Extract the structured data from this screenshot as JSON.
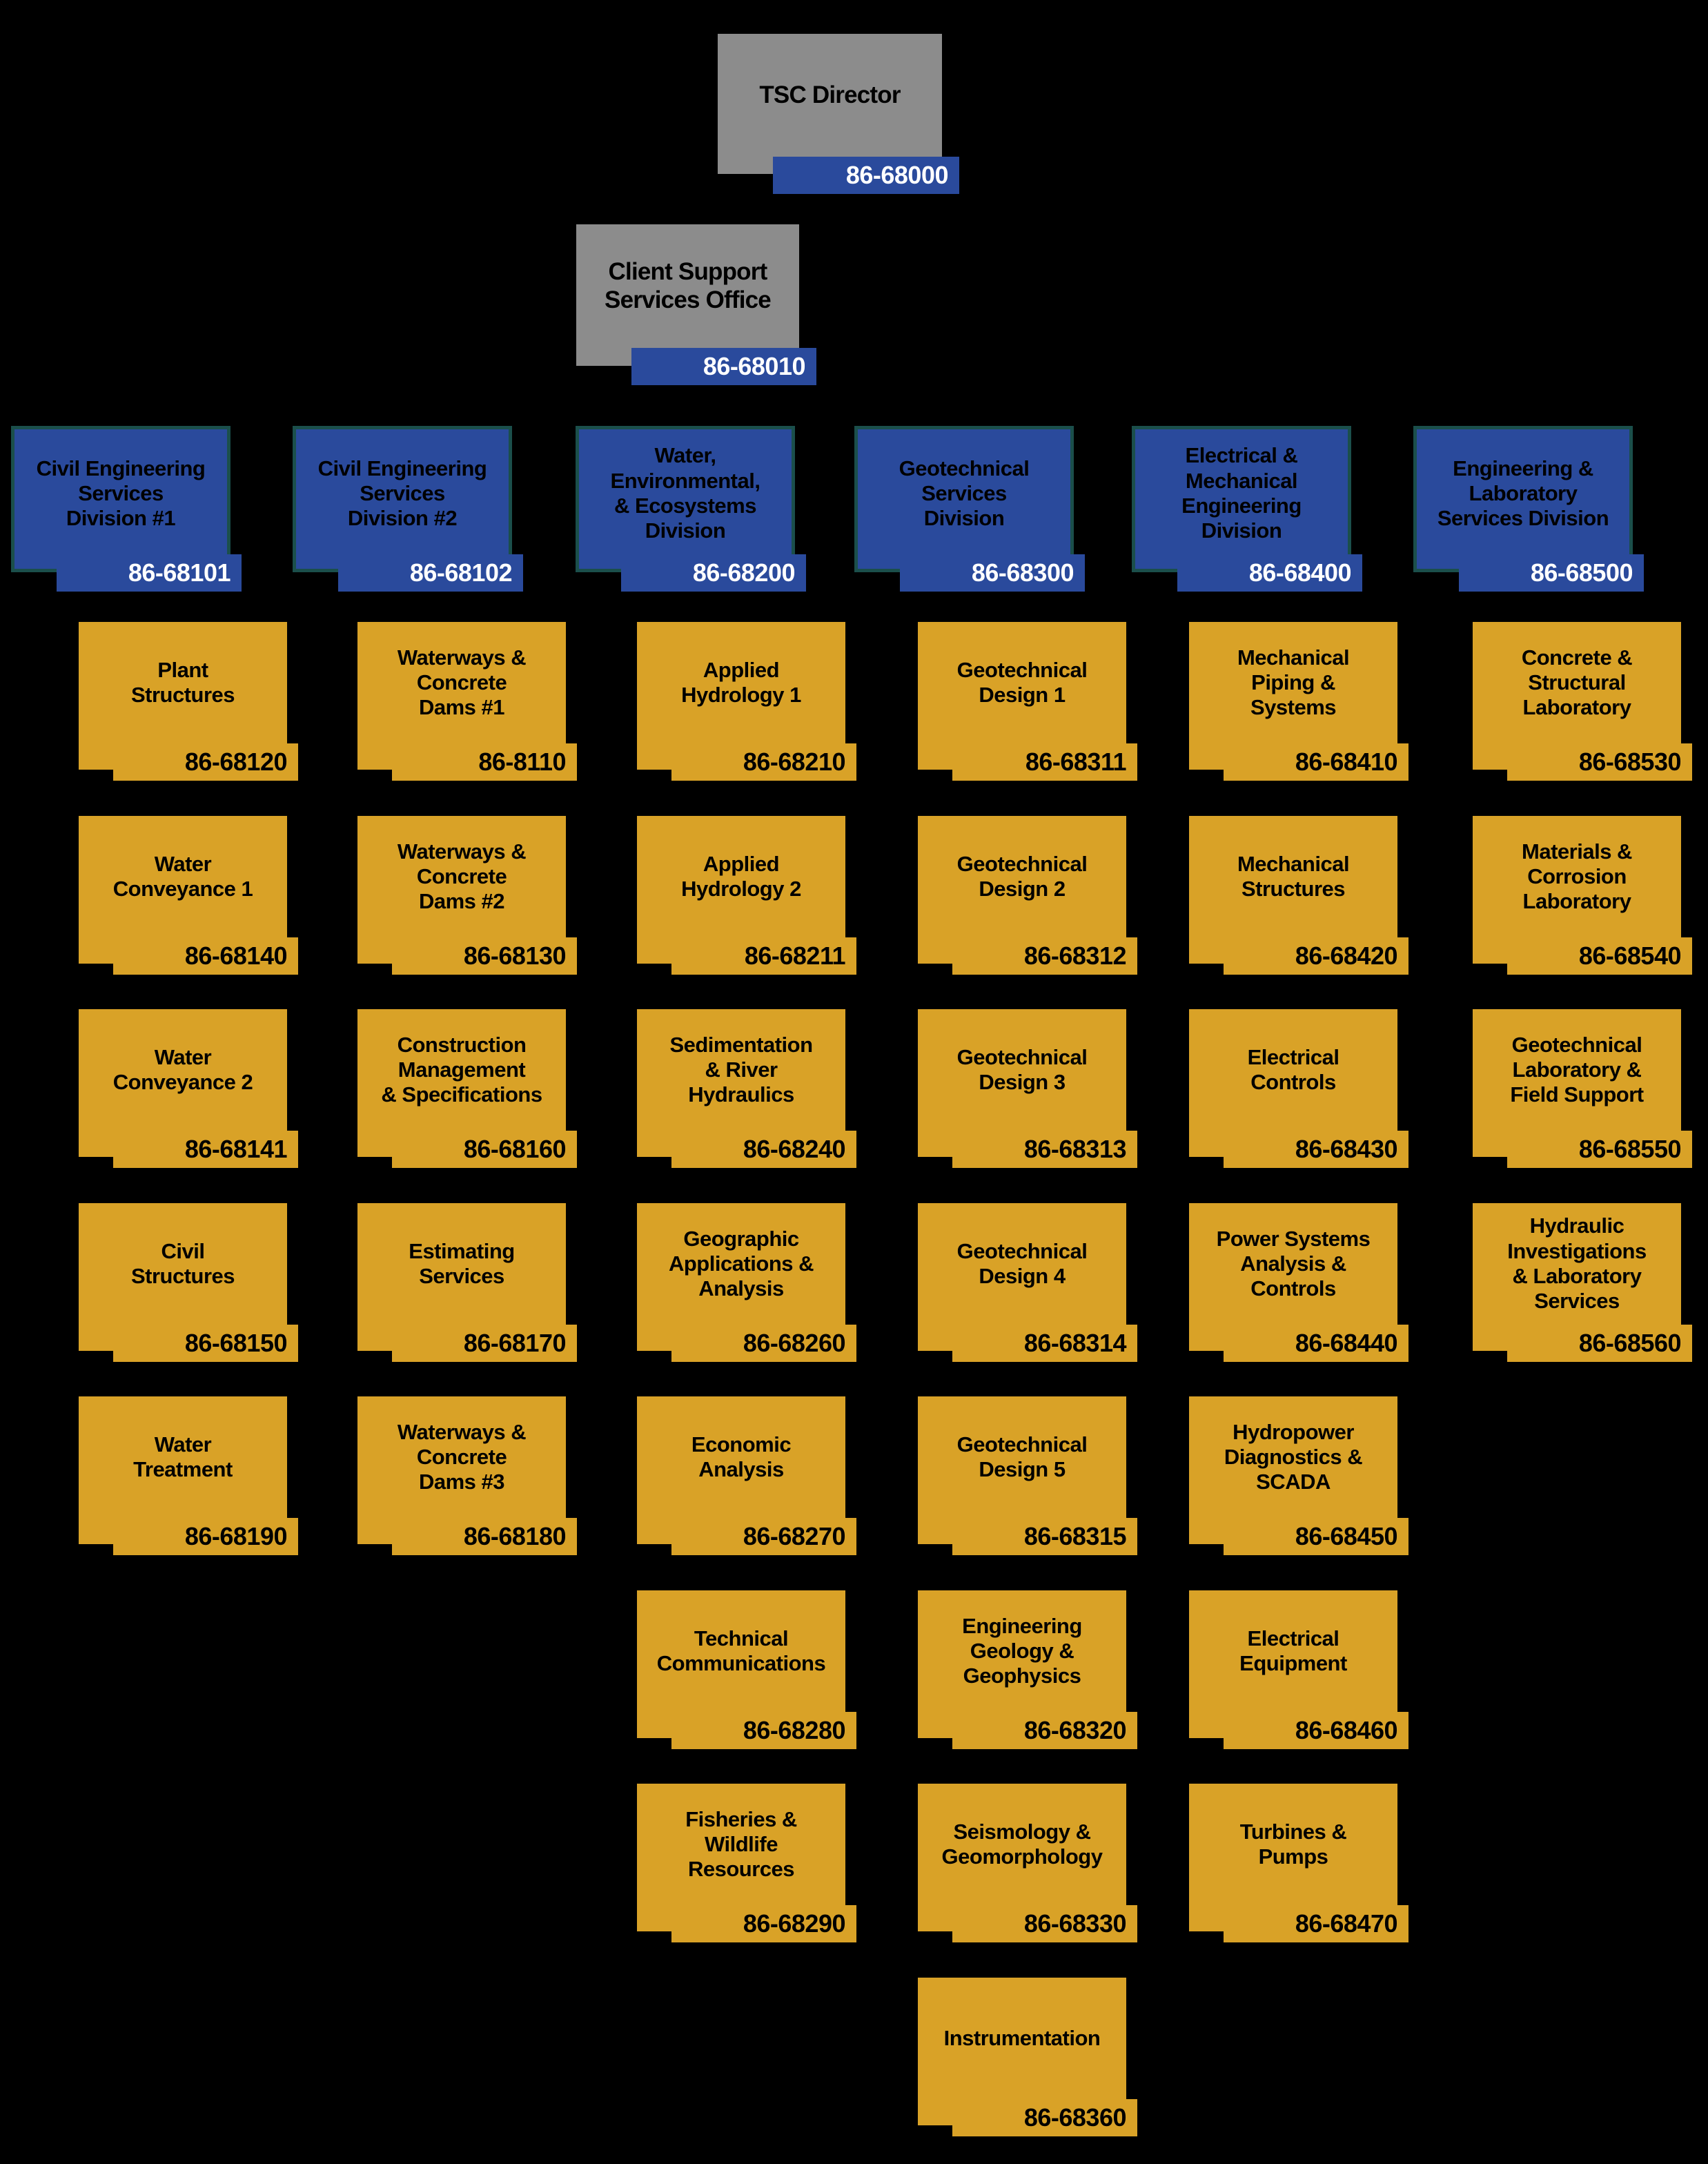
{
  "palette": {
    "background": "#000000",
    "box_gray": "#8C8C8C",
    "box_blue": "#2A4A9C",
    "blue_box_border": "#1B4F4B",
    "box_orange": "#D9A227",
    "badge_text_on_blue": "#FFFFFF",
    "text_dark": "#000000"
  },
  "director": {
    "label": "TSC Director",
    "code": "86-68000"
  },
  "office": {
    "label": "Client Support\nServices Office",
    "code": "86-68010"
  },
  "divisions": [
    {
      "label": "Civil Engineering\nServices\nDivision #1",
      "code": "86-68101",
      "units": [
        {
          "label": "Plant\nStructures",
          "code": "86-68120"
        },
        {
          "label": "Water\nConveyance 1",
          "code": "86-68140"
        },
        {
          "label": "Water\nConveyance 2",
          "code": "86-68141"
        },
        {
          "label": "Civil\nStructures",
          "code": "86-68150"
        },
        {
          "label": "Water\nTreatment",
          "code": "86-68190"
        }
      ]
    },
    {
      "label": "Civil Engineering\nServices\nDivision #2",
      "code": "86-68102",
      "units": [
        {
          "label": "Waterways &\nConcrete\nDams #1",
          "code": "86-8110"
        },
        {
          "label": "Waterways &\nConcrete\nDams #2",
          "code": "86-68130"
        },
        {
          "label": "Construction\nManagement\n& Specifications",
          "code": "86-68160"
        },
        {
          "label": "Estimating\nServices",
          "code": "86-68170"
        },
        {
          "label": "Waterways &\nConcrete\nDams #3",
          "code": "86-68180"
        }
      ]
    },
    {
      "label": "Water,\nEnvironmental,\n& Ecosystems\nDivision",
      "code": "86-68200",
      "units": [
        {
          "label": "Applied\nHydrology 1",
          "code": "86-68210"
        },
        {
          "label": "Applied\nHydrology 2",
          "code": "86-68211"
        },
        {
          "label": "Sedimentation\n& River\nHydraulics",
          "code": "86-68240"
        },
        {
          "label": "Geographic\nApplications &\nAnalysis",
          "code": "86-68260"
        },
        {
          "label": "Economic\nAnalysis",
          "code": "86-68270"
        },
        {
          "label": "Technical\nCommunications",
          "code": "86-68280"
        },
        {
          "label": "Fisheries &\nWildlife\nResources",
          "code": "86-68290"
        }
      ]
    },
    {
      "label": "Geotechnical\nServices\nDivision",
      "code": "86-68300",
      "units": [
        {
          "label": "Geotechnical\nDesign 1",
          "code": "86-68311"
        },
        {
          "label": "Geotechnical\nDesign 2",
          "code": "86-68312"
        },
        {
          "label": "Geotechnical\nDesign 3",
          "code": "86-68313"
        },
        {
          "label": "Geotechnical\nDesign 4",
          "code": "86-68314"
        },
        {
          "label": "Geotechnical\nDesign 5",
          "code": "86-68315"
        },
        {
          "label": "Engineering\nGeology &\nGeophysics",
          "code": "86-68320"
        },
        {
          "label": "Seismology &\nGeomorphology",
          "code": "86-68330"
        },
        {
          "label": "Instrumentation",
          "code": "86-68360"
        }
      ]
    },
    {
      "label": "Electrical &\nMechanical\nEngineering\nDivision",
      "code": "86-68400",
      "units": [
        {
          "label": "Mechanical\nPiping &\nSystems",
          "code": "86-68410"
        },
        {
          "label": "Mechanical\nStructures",
          "code": "86-68420"
        },
        {
          "label": "Electrical\nControls",
          "code": "86-68430"
        },
        {
          "label": "Power Systems\nAnalysis &\nControls",
          "code": "86-68440"
        },
        {
          "label": "Hydropower\nDiagnostics &\nSCADA",
          "code": "86-68450"
        },
        {
          "label": "Electrical\nEquipment",
          "code": "86-68460"
        },
        {
          "label": "Turbines &\nPumps",
          "code": "86-68470"
        }
      ]
    },
    {
      "label": "Engineering &\nLaboratory\nServices Division",
      "code": "86-68500",
      "units": [
        {
          "label": "Concrete &\nStructural\nLaboratory",
          "code": "86-68530"
        },
        {
          "label": "Materials &\nCorrosion\nLaboratory",
          "code": "86-68540"
        },
        {
          "label": "Geotechnical\nLaboratory &\nField Support",
          "code": "86-68550"
        },
        {
          "label": "Hydraulic\nInvestigations\n& Laboratory\nServices",
          "code": "86-68560"
        }
      ]
    }
  ]
}
